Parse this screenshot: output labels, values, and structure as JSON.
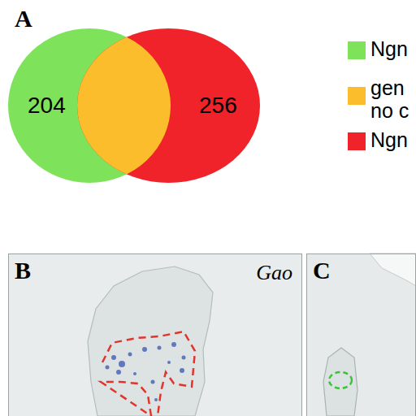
{
  "diagram": {
    "nodes": [
      {
        "text": [
          "204"
        ]
      },
      {
        "text": [
          "256"
        ]
      },
      {
        "text": [
          "B",
          "Gao"
        ]
      },
      {
        "text": [
          "C"
        ]
      }
    ],
    "labels": [
      "A"
    ],
    "legend": [
      {
        "text": "Ngn",
        "color": "#7ee35a"
      },
      {
        "text": "gen no c",
        "color": "#fbbd2c"
      },
      {
        "text": "Ngn",
        "color": "#f0222a"
      }
    ]
  }
}
